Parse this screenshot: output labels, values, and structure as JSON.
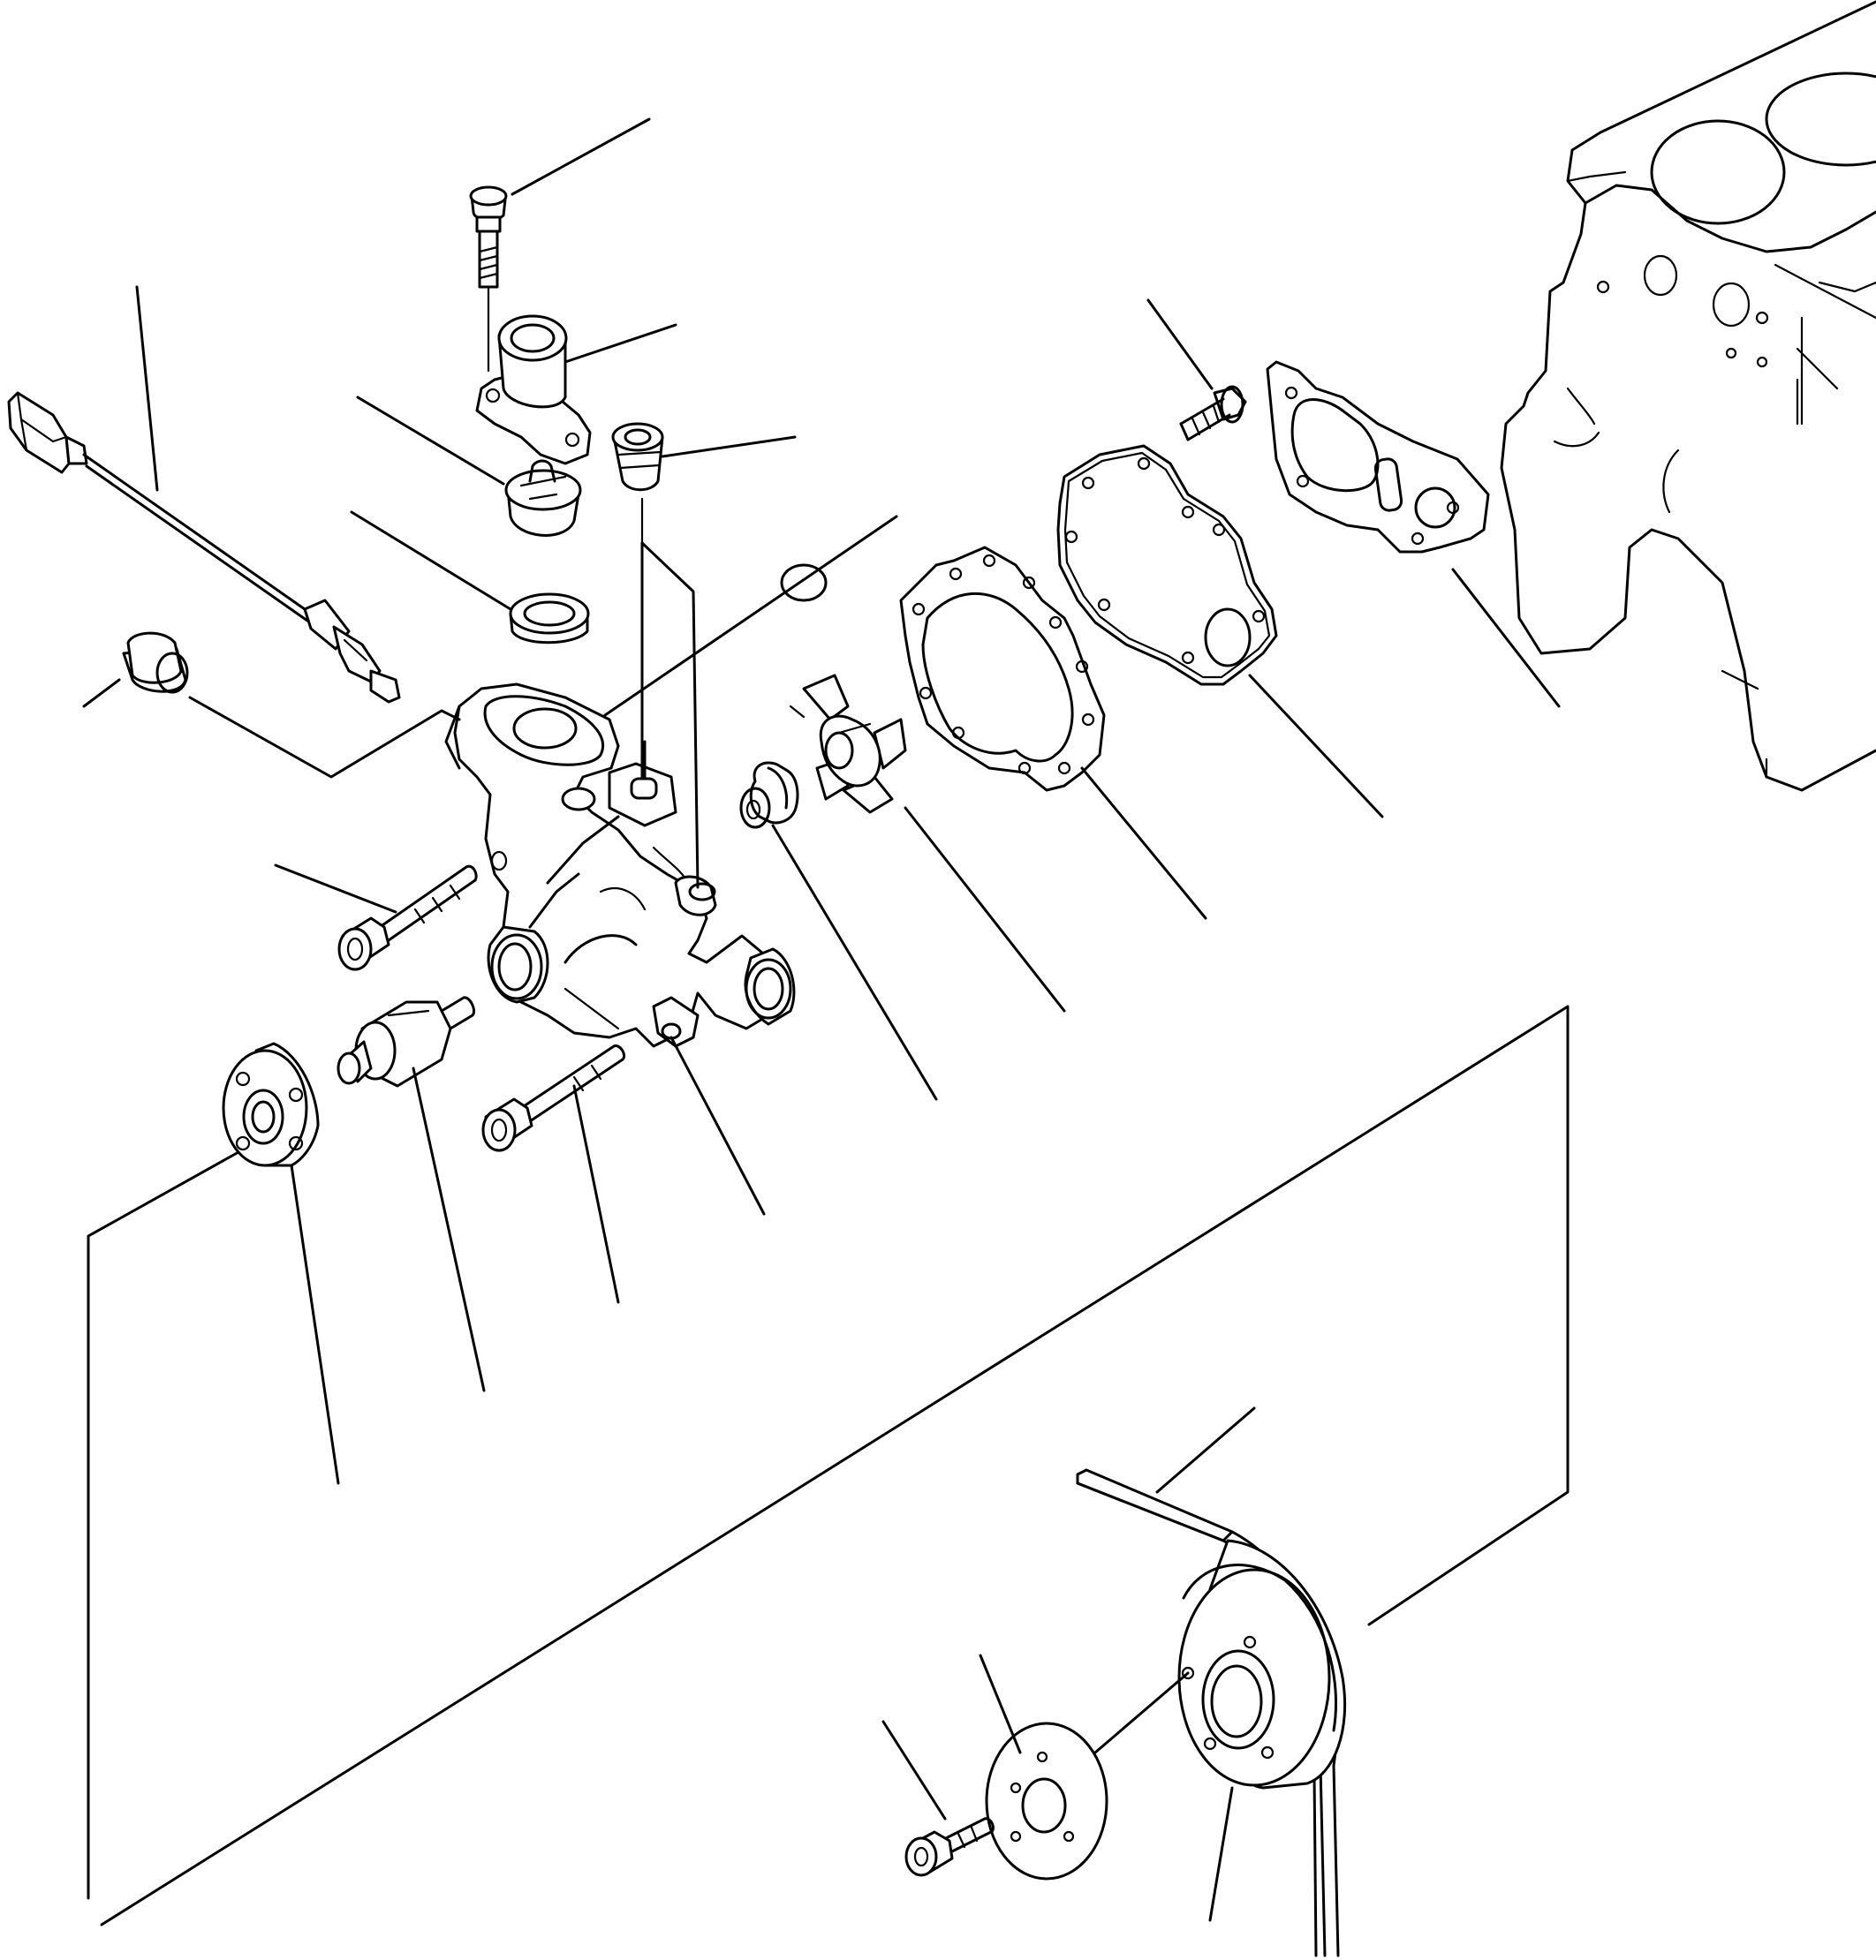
{
  "diagram": {
    "colors": {
      "line": "#000000",
      "background": "#ffffff"
    },
    "parts": [
      "water-temperature-sensor",
      "plug",
      "thermostat-cover-bolt",
      "thermostat-cover",
      "thermostat",
      "thermostat-seal",
      "hose-bushing",
      "o-ring",
      "water-pump-body",
      "bolt-long",
      "shaft-bearing",
      "fan-hub",
      "bolt-upper",
      "seal-unit",
      "impeller",
      "pump-gasket",
      "pump-cover-plate",
      "cover-screw",
      "block-gasket",
      "engine-block",
      "v-belt",
      "pulley",
      "spacer-plate",
      "pulley-bolt"
    ]
  }
}
